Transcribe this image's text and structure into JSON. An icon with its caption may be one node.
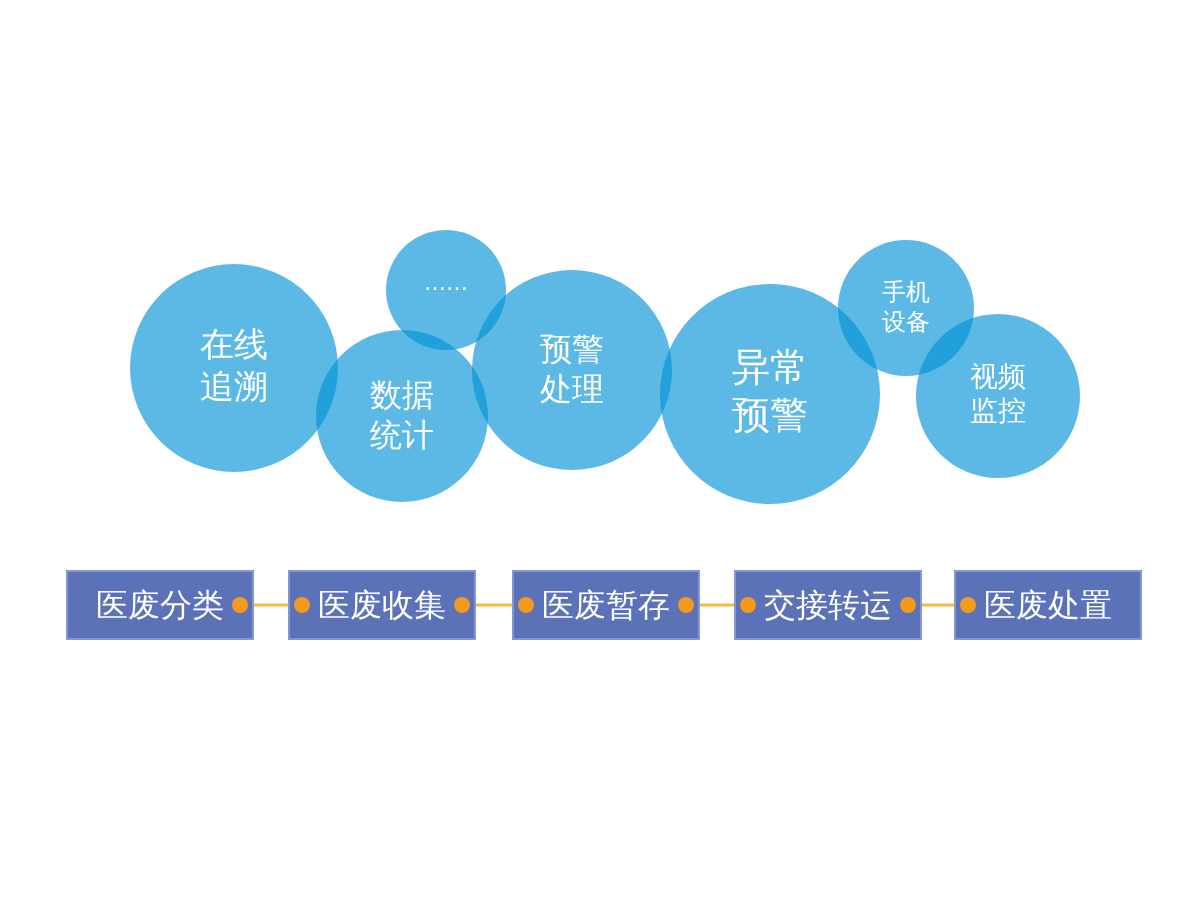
{
  "diagram": {
    "nodes": [
      {
        "text": [
          "在线追溯"
        ]
      },
      {
        "text": [
          "数据统计"
        ]
      },
      {
        "text": [
          "……"
        ]
      },
      {
        "text": [
          "预警处理"
        ]
      },
      {
        "text": [
          "异常预警"
        ]
      },
      {
        "text": [
          "手机设备"
        ]
      },
      {
        "text": [
          "视频监控"
        ]
      },
      {
        "text": [
          "医废分类"
        ]
      },
      {
        "text": [
          "医废收集"
        ]
      },
      {
        "text": [
          "医废暂存"
        ]
      },
      {
        "text": [
          "交接转运"
        ]
      },
      {
        "text": [
          "医废处置"
        ]
      }
    ],
    "edges": [
      {
        "from": 7,
        "to": 8,
        "arrow": "other"
      },
      {
        "from": 8,
        "to": 9,
        "arrow": "other"
      },
      {
        "from": 9,
        "to": 10,
        "arrow": "other"
      },
      {
        "from": 10,
        "to": 11,
        "arrow": "other"
      }
    ]
  }
}
